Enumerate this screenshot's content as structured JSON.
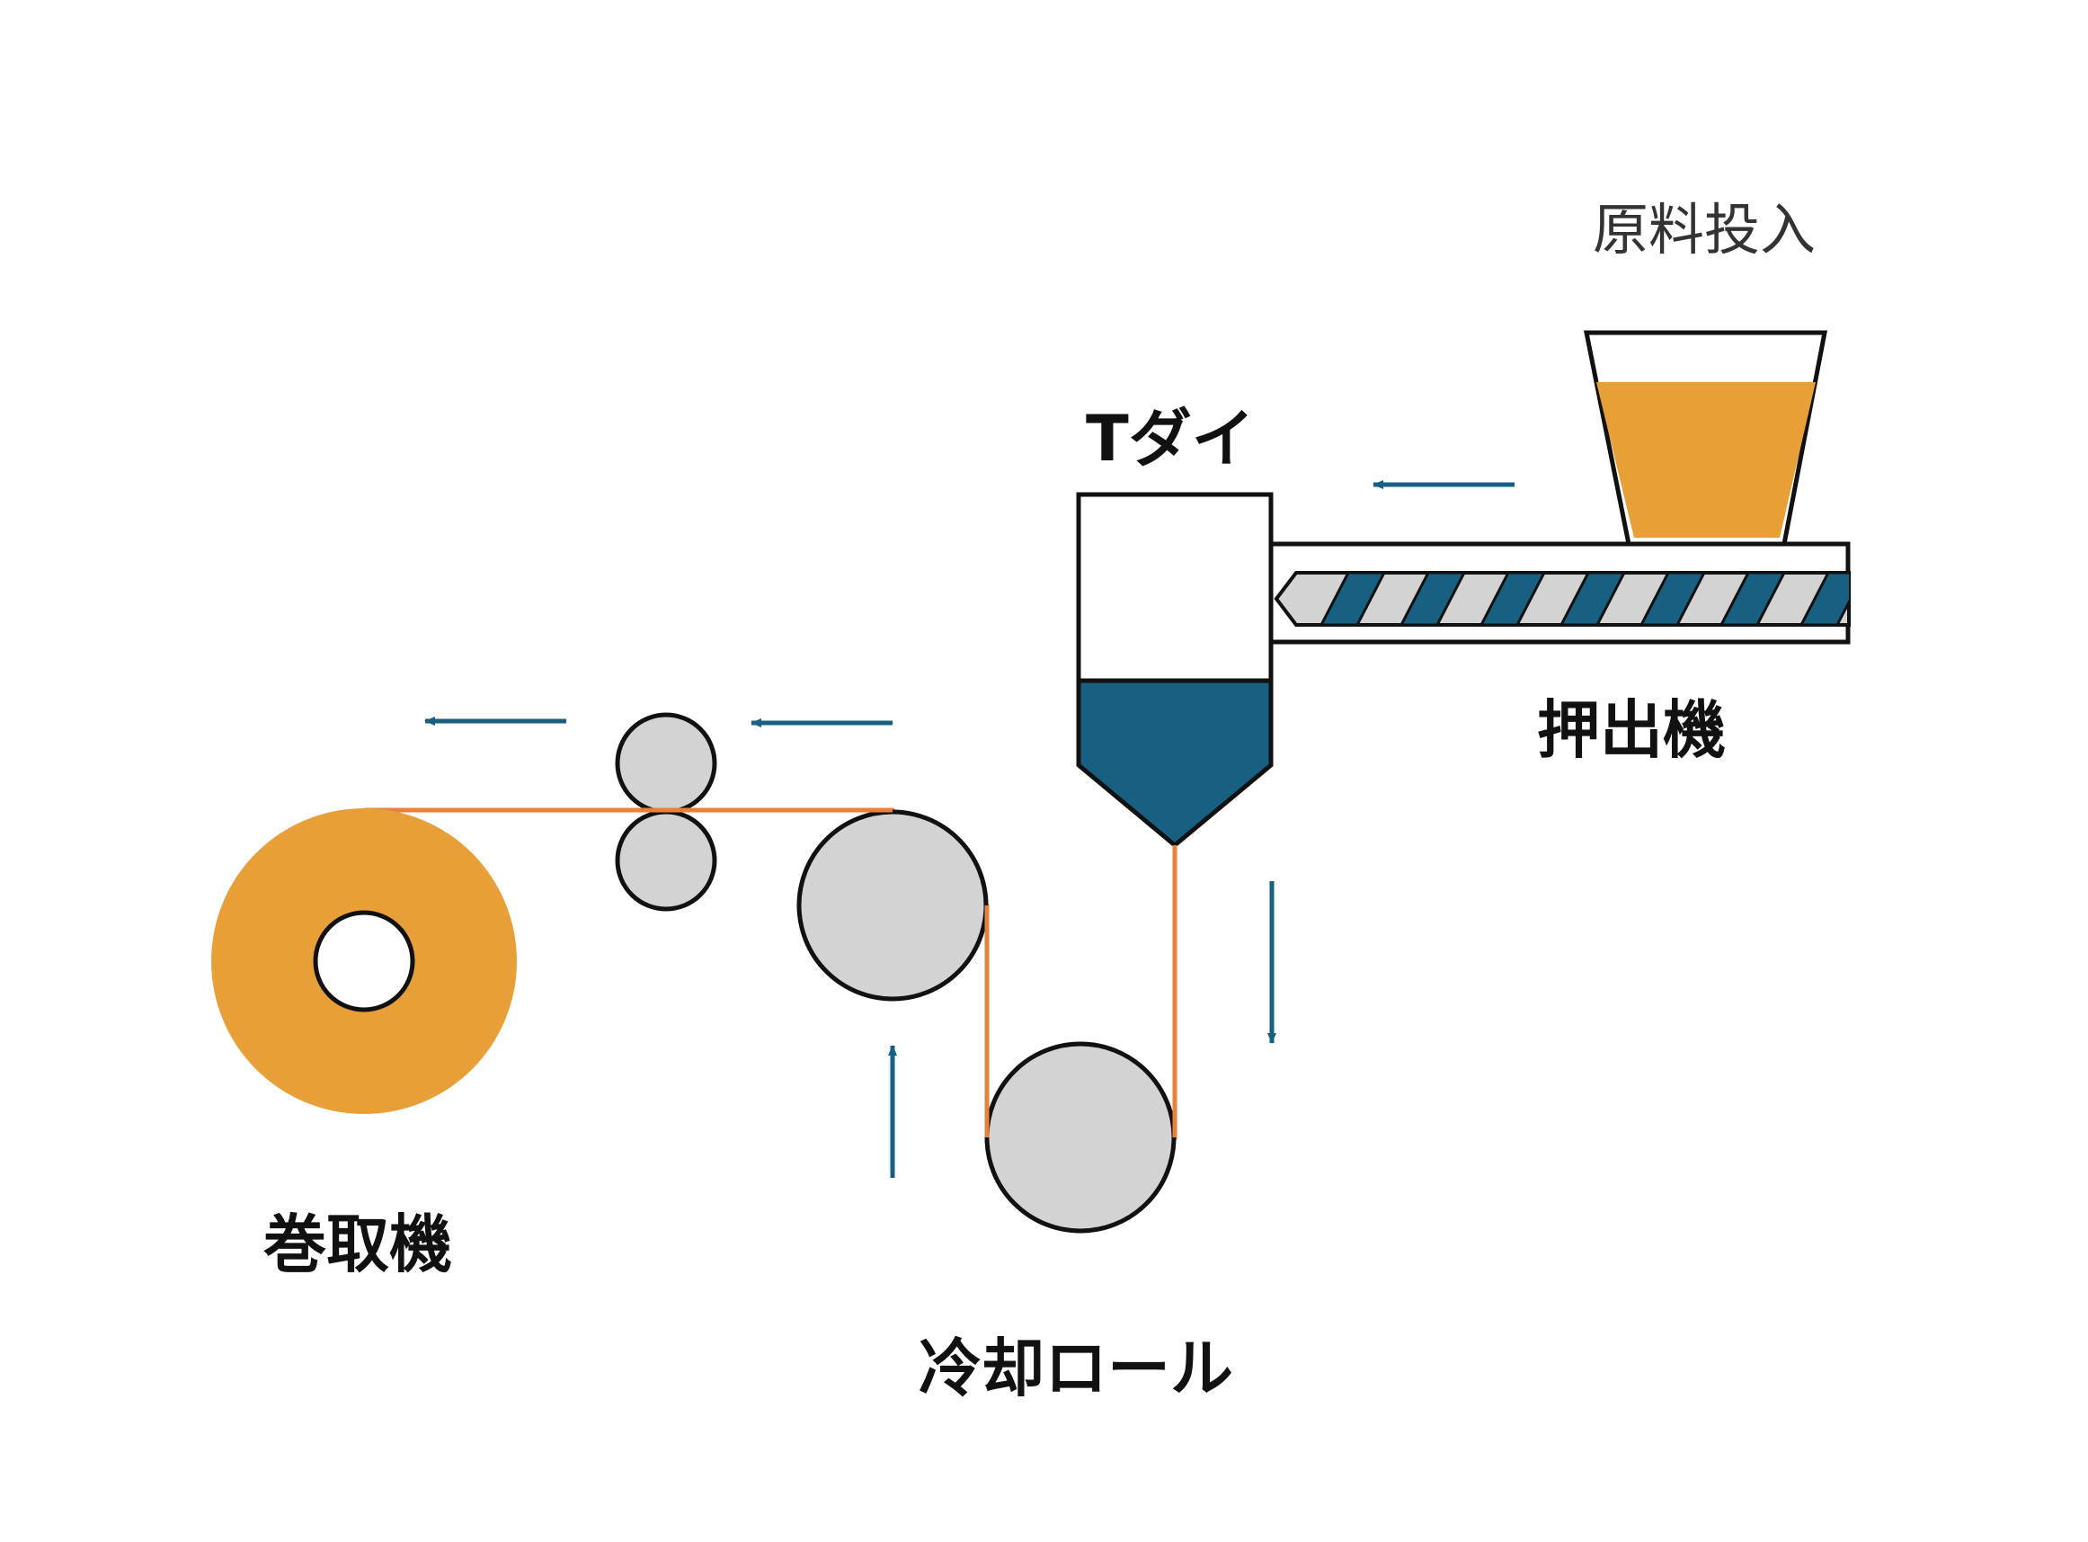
{
  "labels": {
    "material_input": "原料投入",
    "t_die": "Tダイ",
    "extruder": "押出機",
    "winder": "巻取機",
    "cooling_roll": "冷却ロール"
  },
  "colors": {
    "orange": "#E89F38",
    "film": "#E8823A",
    "navy": "#176082",
    "gray": "#D3D3D3",
    "outline": "#111111"
  }
}
